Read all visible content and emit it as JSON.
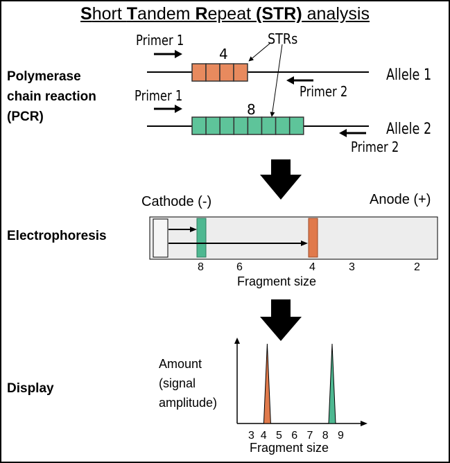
{
  "title": {
    "s1": "S",
    "p1": "hort ",
    "s2": "T",
    "p2": "andem ",
    "s3": "R",
    "p3": "epeat ",
    "s4": "(STR)",
    "p4": " analysis"
  },
  "pcr": {
    "heading": [
      "Polymerase",
      "chain reaction",
      "(PCR)"
    ],
    "strs_label": "STRs",
    "allele1": {
      "label": "Allele 1",
      "repeat_count": 4,
      "count_label": "4",
      "primer1": "Primer 1",
      "primer2": "Primer 2"
    },
    "allele2": {
      "label": "Allele 2",
      "repeat_count": 8,
      "count_label": "8",
      "primer1": "Primer 1",
      "primer2": "Primer 2"
    }
  },
  "electrophoresis": {
    "heading": "Electrophoresis",
    "cathode": "Cathode (-)",
    "anode": "Anode (+)",
    "scale_ticks": [
      "8",
      "6",
      "4",
      "3",
      "2"
    ],
    "axis_label": "Fragment size"
  },
  "display": {
    "heading": "Display",
    "ylabel": [
      "Amount",
      "(signal",
      "amplitude)"
    ],
    "xticks": [
      "3",
      "4",
      "5",
      "6",
      "7",
      "8",
      "9"
    ],
    "xlabel": "Fragment size",
    "peaks": [
      {
        "size": 4,
        "color": "#e07a4c"
      },
      {
        "size": 8,
        "color": "#4eb891"
      }
    ]
  },
  "colors": {
    "allele1_fill": "#e88a5e",
    "allele2_fill": "#5ec49a",
    "band1": "#e07a4c",
    "band2": "#4eb891",
    "gel": "#ededed"
  }
}
